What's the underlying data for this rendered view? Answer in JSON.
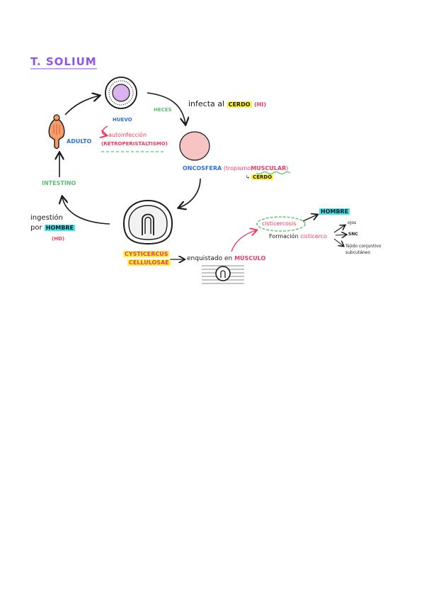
{
  "title": "T. SOLIUM",
  "labels": {
    "huevo": "HUEVO",
    "heces": "HECES",
    "infecta_pre": "infecta al",
    "cerdo": "CERDO",
    "hi": "(HI)",
    "autoinfeccion": "autoinfección",
    "retroperistaltismo": "(RETROPERISTALTISMO)",
    "adulto": "ADULTO",
    "oncosfera": "ONCOSFERA",
    "tropismo_pre": "(tropismo",
    "muscular": "MUSCULAR",
    "tropismo_post": ")",
    "cerdo_sub_arrow": "↳",
    "cerdo_sub": "CERDO",
    "intestino": "INTESTINO",
    "ingestion": "ingestión",
    "por": "por",
    "hombre": "HOMBRE",
    "hd": "(HD)",
    "cysticercus_1": "CYSTICERCUS",
    "cysticercus_2": "CELLULOSAE",
    "enquistado": "enquistado en",
    "musculo": "MÚSCULO",
    "cisticercosis": "cisticercosis",
    "hombre_2": "HOMBRE",
    "formacion": "Formación",
    "cisticerco": "cisticerco",
    "ojos": "ojos",
    "snc": "SNC",
    "tejido_1": "Tejido conjuntivo",
    "tejido_2": "subcutáneo"
  },
  "colors": {
    "title": "#8d55e8",
    "blue": "#2f6fdb",
    "green": "#58c070",
    "pink": "#ec3b63",
    "yellow_highlight": "#fff23a",
    "cyan_highlight": "#49e3ef",
    "egg_fill": "#d9b3ee",
    "oncosphere_fill": "#f7c3c3",
    "adult_fill": "#f59d6a"
  }
}
